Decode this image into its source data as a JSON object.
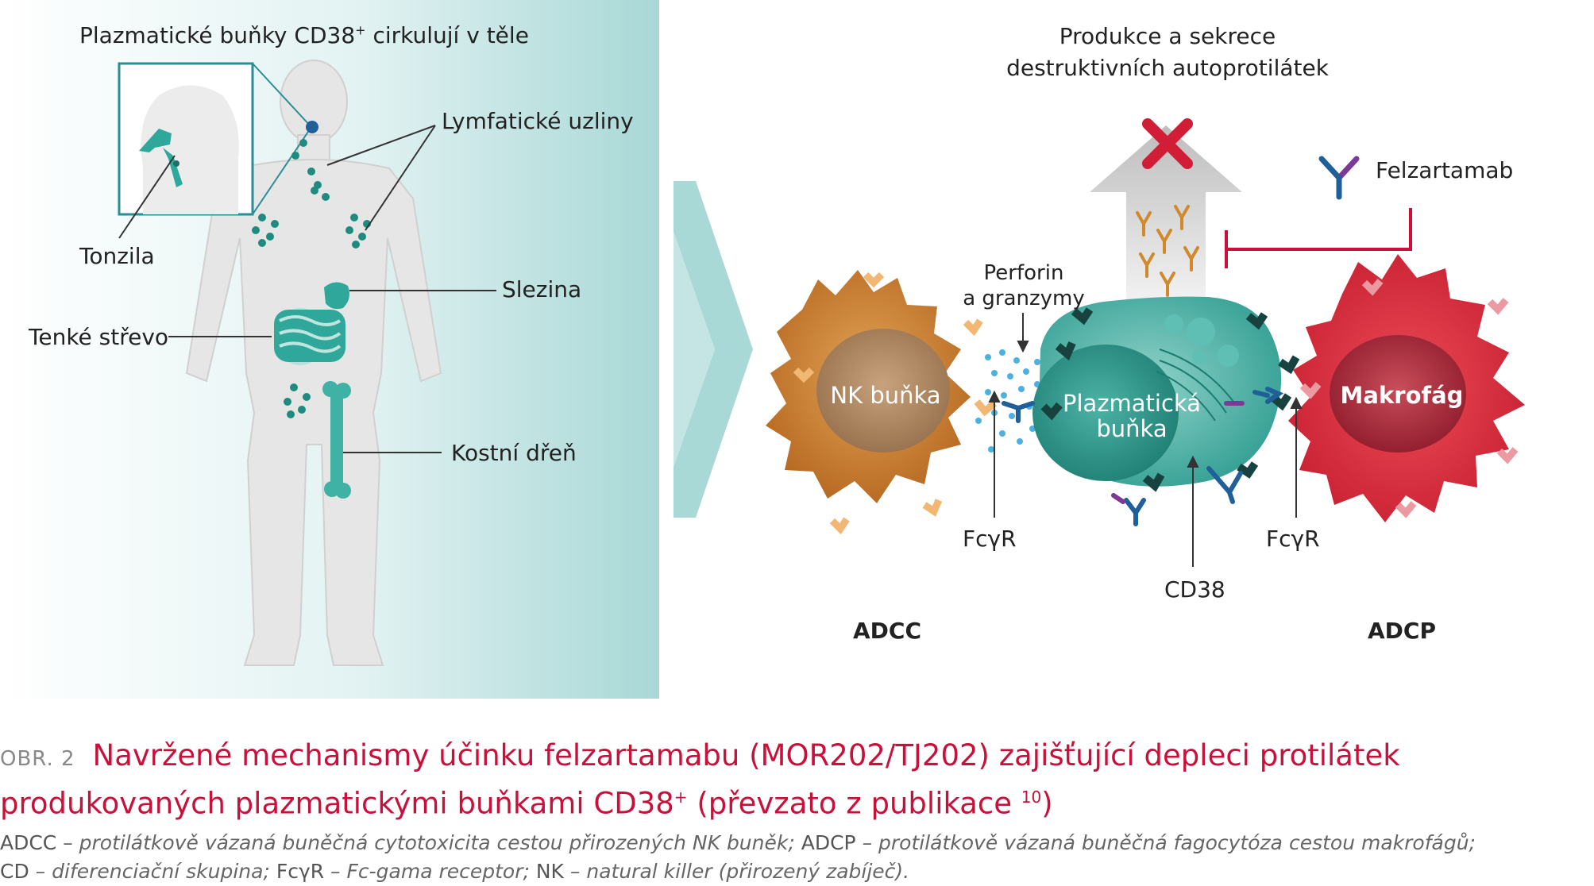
{
  "left_panel": {
    "title_prefix": "Plazmatické buňky CD38",
    "title_sup": "+",
    "title_suffix": " cirkulují v těle",
    "labels": {
      "lymph": "Lymfatické uzliny",
      "tonsil": "Tonzila",
      "spleen": "Slezina",
      "intestine": "Tenké střevo",
      "marrow": "Kostní dřeň"
    }
  },
  "right_panel": {
    "title_line1": "Produkce a sekrece",
    "title_line2": "destruktivních autoprotilátek",
    "felzartamab": "Felzartamab",
    "perforin_line1": "Perforin",
    "perforin_line2": "a granzymy",
    "nk_cell": "NK buňka",
    "plasma_line1": "Plazmatická",
    "plasma_line2": "buňka",
    "macrophage": "Makrofág",
    "fcgr_left": "FcγR",
    "fcgr_right": "FcγR",
    "cd38": "CD38",
    "adcc": "ADCC",
    "adcp": "ADCP"
  },
  "caption": {
    "prefix": "OBR. 2",
    "line1": "Navržené mechanismy účinku felzartamabu (MOR202/TJ202) zajišťující depleci protilátek",
    "line2": "produkovaných plazmatickými buňkami CD38",
    "line2_sup": "+",
    "line2_tail": " (převzato z publikace ",
    "ref": "10",
    "line2_end": ")"
  },
  "legend": {
    "ab1": "ADCC",
    "d1": " – protilátkově vázaná buněčná cytotoxicita cestou přirozených NK buněk; ",
    "ab2": "ADCP",
    "d2": " – protilátkově vázaná buněčná fagocytóza cestou makrofágů;",
    "ab3": "CD",
    "d3": " – diferenciační skupina; ",
    "ab4": "FcγR",
    "d4": " – Fc-gama receptor; ",
    "ab5": "NK",
    "d5": " – natural killer (přirozený zabíječ)."
  },
  "colors": {
    "teal": "#2fa79a",
    "teal_light": "#a9d9d7",
    "nk_orange": "#c9772a",
    "macrophage_red": "#d42a3b",
    "caption_red": "#c8103a",
    "gray_arrow": "#c9c9c9"
  }
}
